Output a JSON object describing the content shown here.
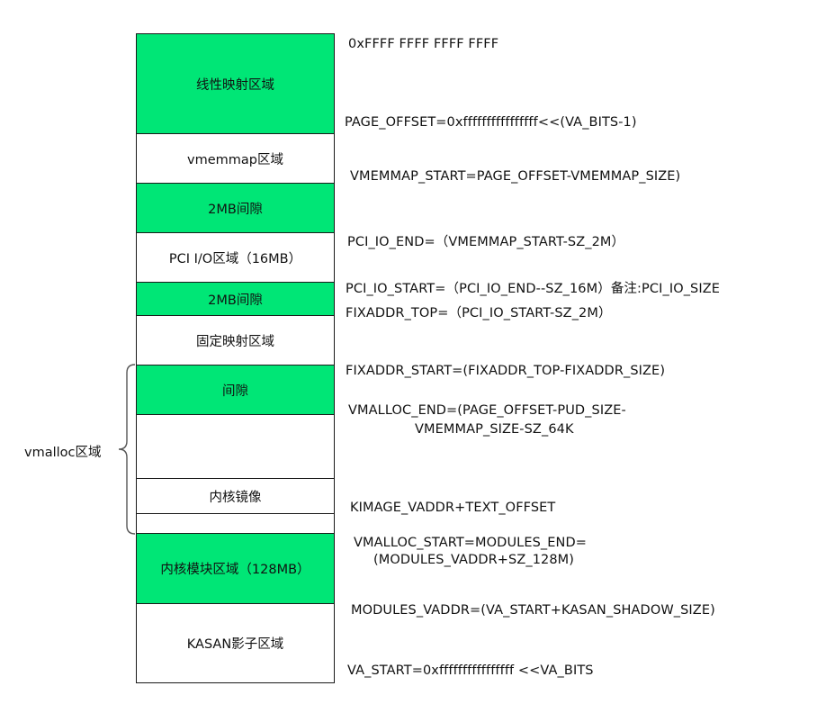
{
  "regions": {
    "linear_map": "线性映射区域",
    "vmemmap": "vmemmap区域",
    "gap_2mb_upper": "2MB间隙",
    "pci_io": "PCI I/O区域（16MB）",
    "gap_2mb_lower": "2MB间隙",
    "fixed_map": "固定映射区域",
    "gap": "间隙",
    "vmalloc_blank": "",
    "kernel_image": "内核镜像",
    "vmalloc_bottom": "",
    "kernel_modules": "内核模块区域（128MB）",
    "kasan_shadow": "KASAN影子区域"
  },
  "side_label": "vmalloc区域",
  "annotations": {
    "top_address": "0xFFFF FFFF FFFF FFFF",
    "page_offset": "PAGE_OFFSET=0xffffffffffffffff<<(VA_BITS-1)",
    "vmemmap_start": "VMEMMAP_START=PAGE_OFFSET-VMEMMAP_SIZE)",
    "pci_io_end": "PCI_IO_END=（VMEMMAP_START-SZ_2M）",
    "pci_io_start": "PCI_IO_START=（PCI_IO_END--SZ_16M）备注:PCI_IO_SIZE",
    "fixaddr_top": "FIXADDR_TOP=（PCI_IO_START-SZ_2M）",
    "fixaddr_start": "FIXADDR_START=(FIXADDR_TOP-FIXADDR_SIZE)",
    "vmalloc_end_line1": "VMALLOC_END=(PAGE_OFFSET-PUD_SIZE-",
    "vmalloc_end_line2": "VMEMMAP_SIZE-SZ_64K",
    "kimage_vaddr": "KIMAGE_VADDR+TEXT_OFFSET",
    "vmalloc_start_line1": "VMALLOC_START=MODULES_END=",
    "vmalloc_start_line2": "(MODULES_VADDR+SZ_128M)",
    "modules_vaddr": "MODULES_VADDR=(VA_START+KASAN_SHADOW_SIZE)",
    "va_start": "VA_START=0xffffffffffffffff <<VA_BITS"
  },
  "colors": {
    "green": "#00e676",
    "border": "#1a1a1a"
  }
}
